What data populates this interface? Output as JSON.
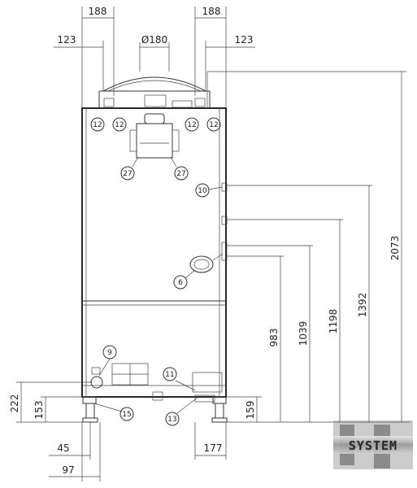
{
  "dimensions": {
    "top_left_188": "188",
    "top_right_188": "188",
    "top_left_123": "123",
    "top_right_123": "123",
    "diameter": "Ø180",
    "h_2073": "2073",
    "h_1392": "1392",
    "h_1198": "1198",
    "h_1039": "1039",
    "h_983": "983",
    "left_222": "222",
    "left_153": "153",
    "right_159": "159",
    "bottom_45": "45",
    "bottom_97": "97",
    "bottom_177": "177"
  },
  "callouts": {
    "c12a": "12",
    "c12b": "12",
    "c12c": "12",
    "c12d": "12",
    "c27a": "27",
    "c27b": "27",
    "c10": "10",
    "c6": "6",
    "c9": "9",
    "c11": "11",
    "c15": "15",
    "c13": "13"
  },
  "watermark": {
    "text": "SYSTEM"
  }
}
